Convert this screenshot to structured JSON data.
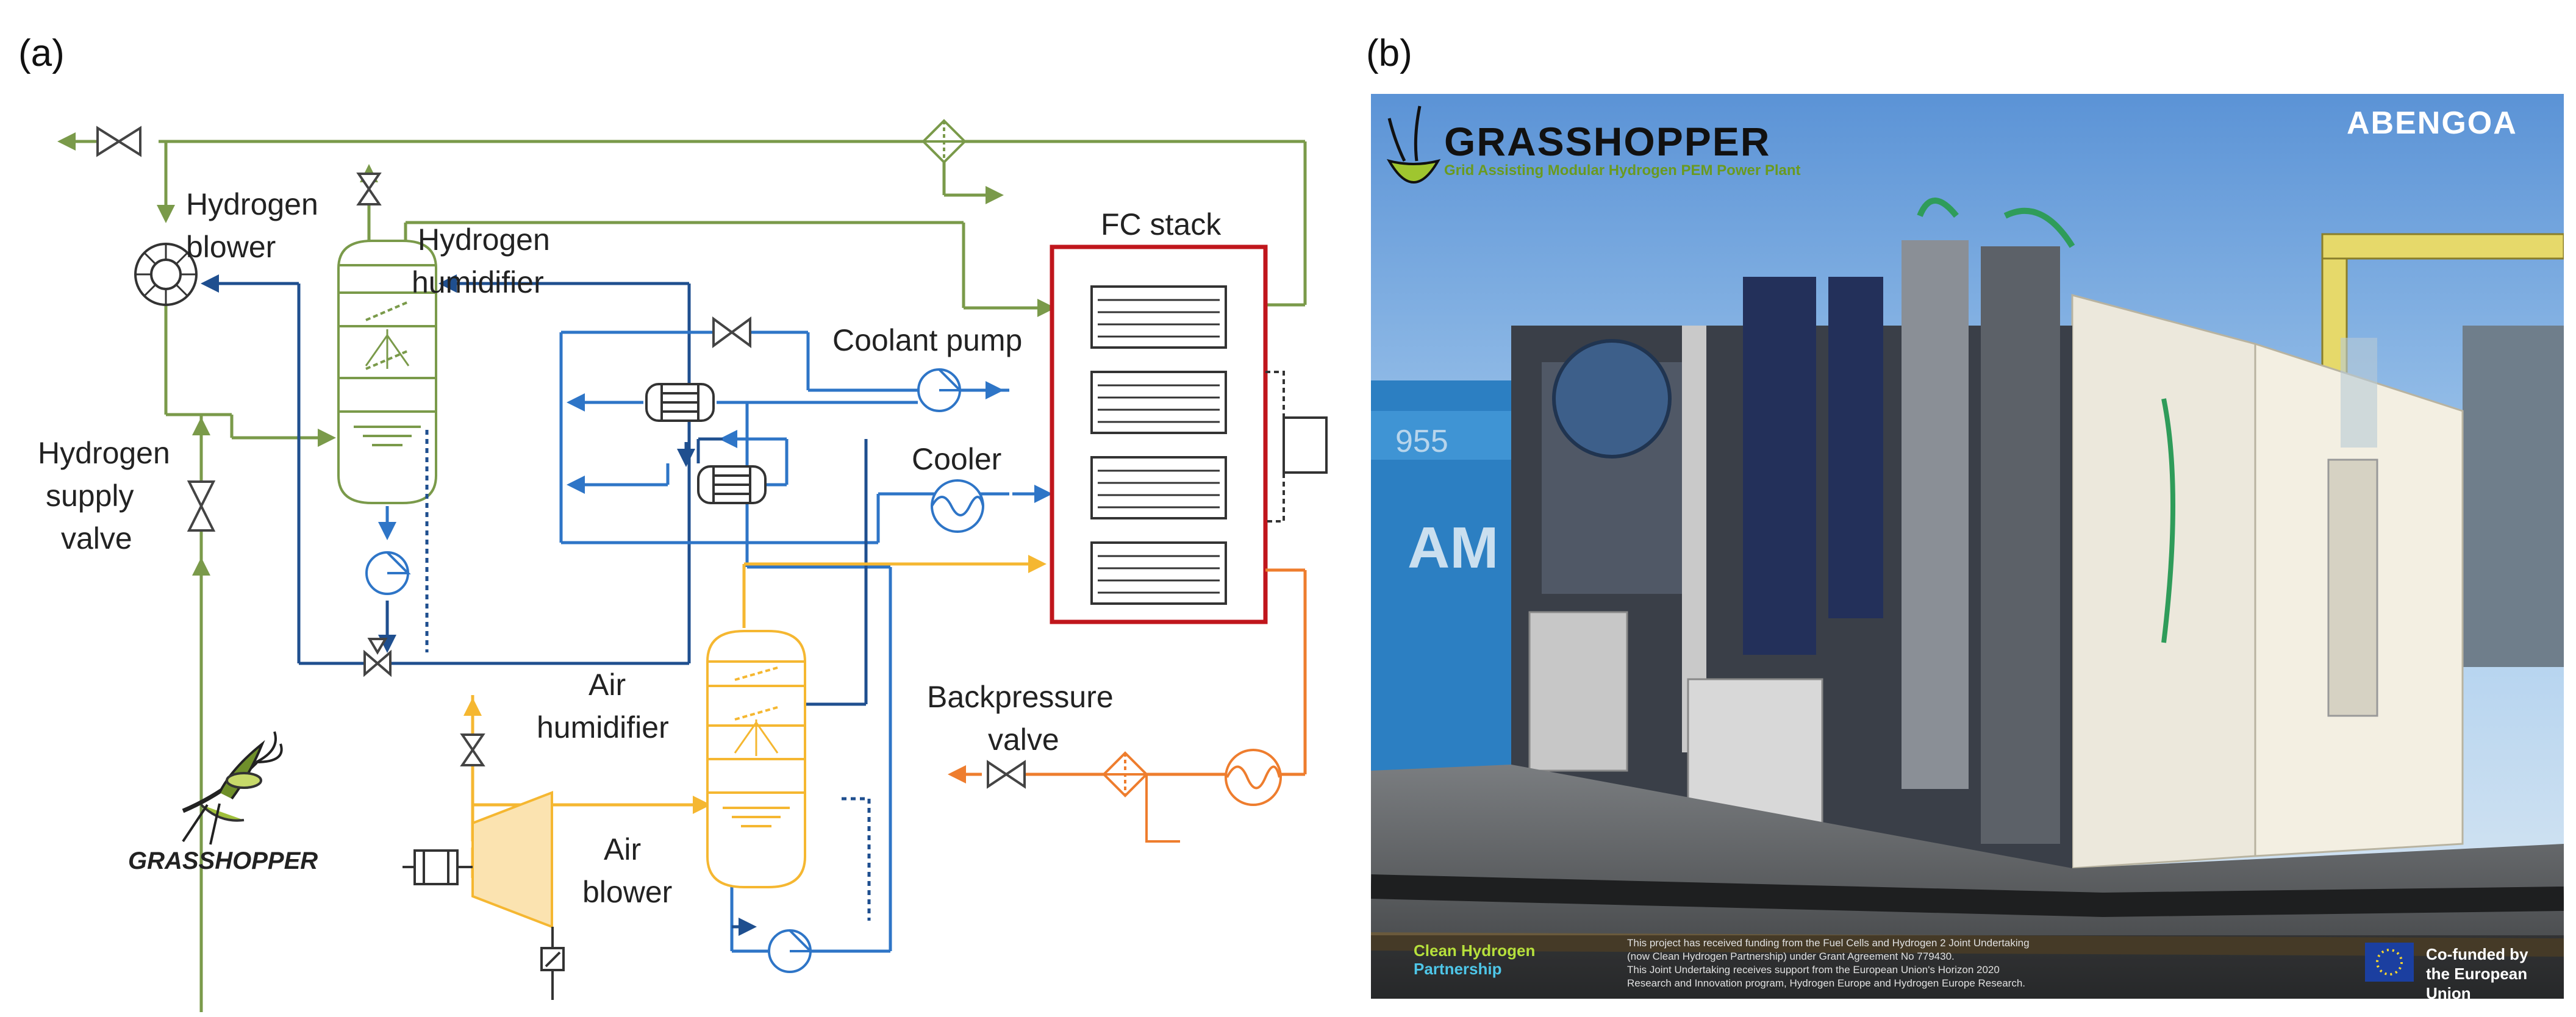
{
  "panels": {
    "a": {
      "label": "(a)"
    },
    "b": {
      "label": "(b)"
    }
  },
  "diagram": {
    "labels": {
      "hydrogen_blower": [
        "Hydrogen",
        "blower"
      ],
      "hydrogen_humidifier": [
        "Hydrogen",
        "humidifier"
      ],
      "fc_stack": "FC stack",
      "coolant_pump": "Coolant pump",
      "cooler": "Cooler",
      "hydrogen_supply_valve": [
        "Hydrogen",
        "supply",
        "valve"
      ],
      "air_humidifier": [
        "Air",
        "humidifier"
      ],
      "backpressure_valve": [
        "Backpressure",
        "valve"
      ],
      "air_blower": [
        "Air",
        "blower"
      ],
      "logo": "GRASSHOPPER"
    },
    "colors": {
      "hydrogen": "#7a9a4a",
      "coolant": "#2e75c7",
      "coolant_dark": "#1f4f8f",
      "air": "#f5b731",
      "exhaust": "#ee7d2e",
      "stack": "#c0161c"
    }
  },
  "photo": {
    "brand_title": "GRASSHOPPER",
    "brand_subtitle": "Grid Assisting Modular Hydrogen PEM Power Plant",
    "company": "ABENGOA",
    "container_number": "955",
    "container_letters": "AM",
    "partnership": [
      "Clean Hydrogen",
      "Partnership"
    ],
    "funding_note": [
      "This project has received funding from the Fuel Cells and Hydrogen 2 Joint Undertaking",
      "(now Clean Hydrogen Partnership) under Grant Agreement No 779430.",
      "This Joint Undertaking receives support from the European Union's Horizon 2020",
      "Research and Innovation program, Hydrogen Europe and Hydrogen Europe Research."
    ],
    "eu_note": [
      "Co-funded by",
      "the European Union"
    ]
  }
}
